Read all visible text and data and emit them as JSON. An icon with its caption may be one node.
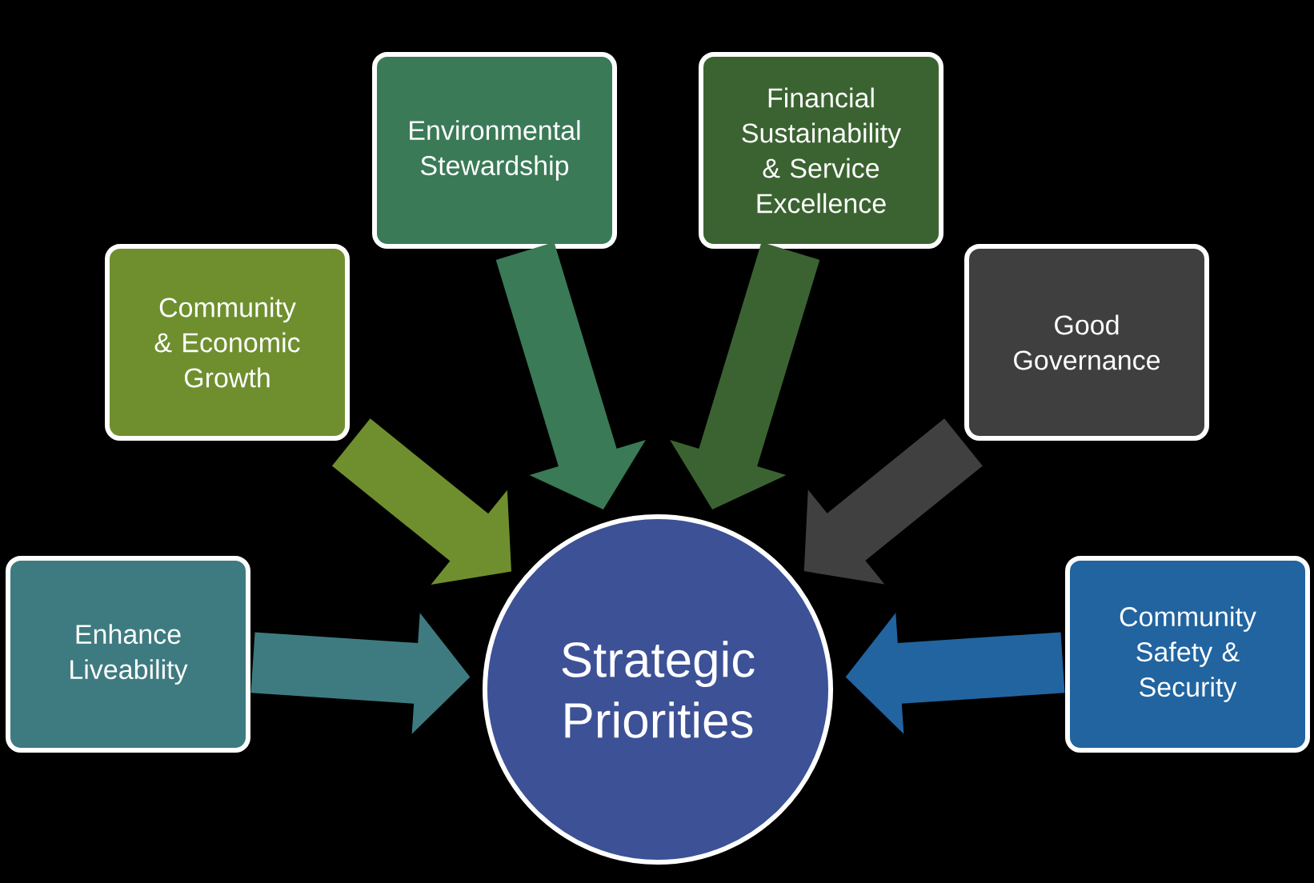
{
  "diagram": {
    "nodes": [
      {
        "text": [
          "Strategic Priorities"
        ]
      },
      {
        "text": [
          "Enhance Liveability"
        ]
      },
      {
        "text": [
          "Community & Economic Growth"
        ]
      },
      {
        "text": [
          "Environmental Stewardship"
        ]
      },
      {
        "text": [
          "Financial Sustainability & Service Excellence"
        ]
      },
      {
        "text": [
          "Good Governance"
        ]
      },
      {
        "text": [
          "Community Safety & Security"
        ]
      }
    ],
    "edges": [
      {
        "from": 1,
        "to": 0,
        "arrow": "to",
        "color": "#3e7b80"
      },
      {
        "from": 2,
        "to": 0,
        "arrow": "to",
        "color": "#6f8f2f"
      },
      {
        "from": 3,
        "to": 0,
        "arrow": "to",
        "color": "#3a7a57"
      },
      {
        "from": 4,
        "to": 0,
        "arrow": "to",
        "color": "#3b6331"
      },
      {
        "from": 5,
        "to": 0,
        "arrow": "to",
        "color": "#404040"
      },
      {
        "from": 6,
        "to": 0,
        "arrow": "to",
        "color": "#2164a0"
      }
    ]
  }
}
